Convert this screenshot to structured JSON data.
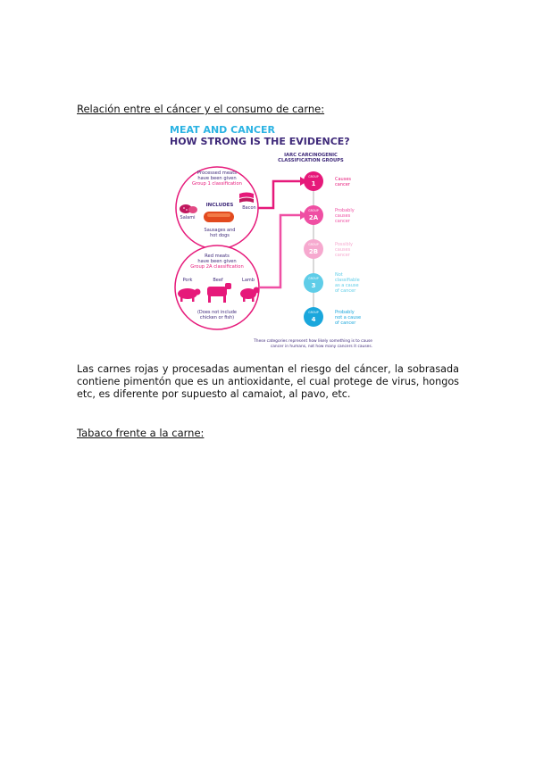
{
  "document": {
    "heading_1": "Relación entre el cáncer y el consumo de carne:",
    "paragraph_lines": [
      "Las carnes rojas y procesadas aumentan el riesgo del cáncer, la sobrasada",
      "contiene pimentón que es un antioxidante, el cual protege de virus, hongos",
      "etc, es diferente por supuesto al camaiot, al pavo, etc."
    ],
    "heading_2": "Tabaco frente a la carne:"
  },
  "infographic": {
    "title_line_1": "MEAT AND CANCER",
    "title_line_2": "HOW STRONG IS THE EVIDENCE?",
    "iarc_line_1": "IARC CARCINOGENIC",
    "iarc_line_2": "CLASSIFICATION GROUPS",
    "processed": {
      "line_1": "Processed meats",
      "line_2": "have been given",
      "line_3": "Group 1 classification",
      "includes": "INCLUDES",
      "salami": "Salami",
      "bacon": "Bacon",
      "sausages_1": "Sausages and",
      "sausages_2": "hot dogs"
    },
    "red": {
      "line_1": "Red meats",
      "line_2": "have been given",
      "line_3": "Group 2A classification",
      "pork": "Pork",
      "beef": "Beef",
      "lamb": "Lamb",
      "note_1": "(Does not include",
      "note_2": "chicken or fish)"
    },
    "groups": [
      {
        "group_word": "GROUP",
        "id": "1",
        "desc_1": "Causes",
        "desc_2": "cancer",
        "desc_3": "",
        "color": "#e6197a"
      },
      {
        "group_word": "GROUP",
        "id": "2A",
        "desc_1": "Probably",
        "desc_2": "causes",
        "desc_3": "cancer",
        "color": "#ef4fa3"
      },
      {
        "group_word": "GROUP",
        "id": "2B",
        "desc_1": "Possibly",
        "desc_2": "causes",
        "desc_3": "cancer",
        "color": "#f6a9cf"
      },
      {
        "group_word": "GROUP",
        "id": "3",
        "desc_1": "Not",
        "desc_2": "classifiable",
        "desc_3": "as a cause",
        "desc_4": "of cancer",
        "color": "#5fcde8"
      },
      {
        "group_word": "GROUP",
        "id": "4",
        "desc_1": "Probably",
        "desc_2": "not a cause",
        "desc_3": "of cancer",
        "color": "#1aa7dc"
      }
    ],
    "footnote_1": "These categories represent how likely something is to cause",
    "footnote_2": "cancer in humans, not how many cancers it causes.",
    "colors": {
      "magenta": "#e6197a",
      "purple_text": "#3f2a7a",
      "title_blue": "#2bb3e3"
    }
  }
}
